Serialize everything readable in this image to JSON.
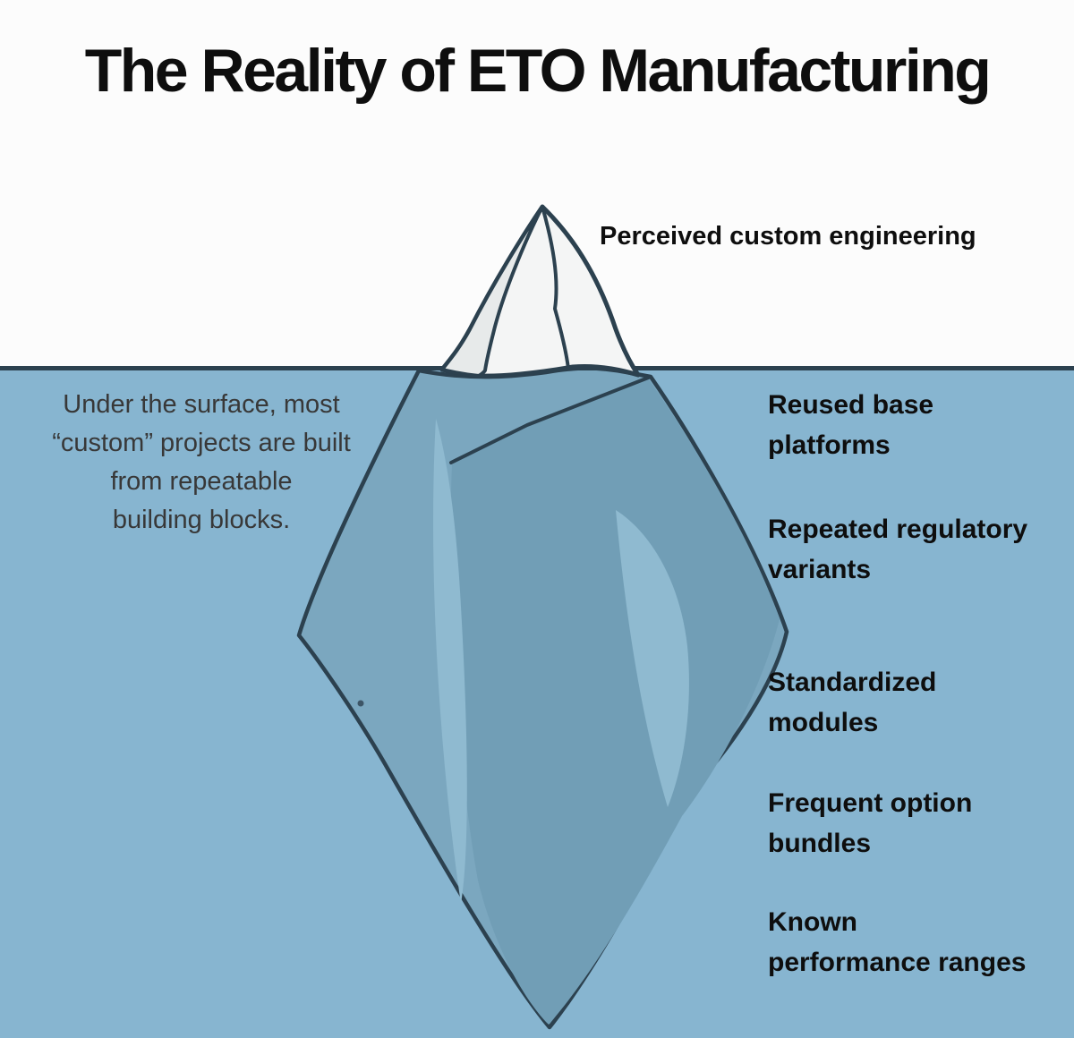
{
  "title": "The Reality of ETO Manufacturing",
  "surface_label": "Perceived custom engineering",
  "left_caption": "Under the surface, most\n“custom” projects are built\nfrom repeatable\nbuilding blocks.",
  "underwater_labels": [
    "Reused base\nplatforms",
    "Repeated regulatory\nvariants",
    "Standardized\nmodules",
    "Frequent option\nbundles",
    "Known\nperformance ranges"
  ],
  "colors": {
    "sky": "#fcfcfc",
    "water": "#87b5d0",
    "outline": "#2c414f",
    "berg": "#7ba7bf",
    "berg_deep": "#719eb6",
    "berg_light": "#8fbad0",
    "tip": "#f4f5f5",
    "tip_shade": "#e7eaea",
    "ink": "#0e0e0e",
    "caption_ink": "#383838"
  }
}
